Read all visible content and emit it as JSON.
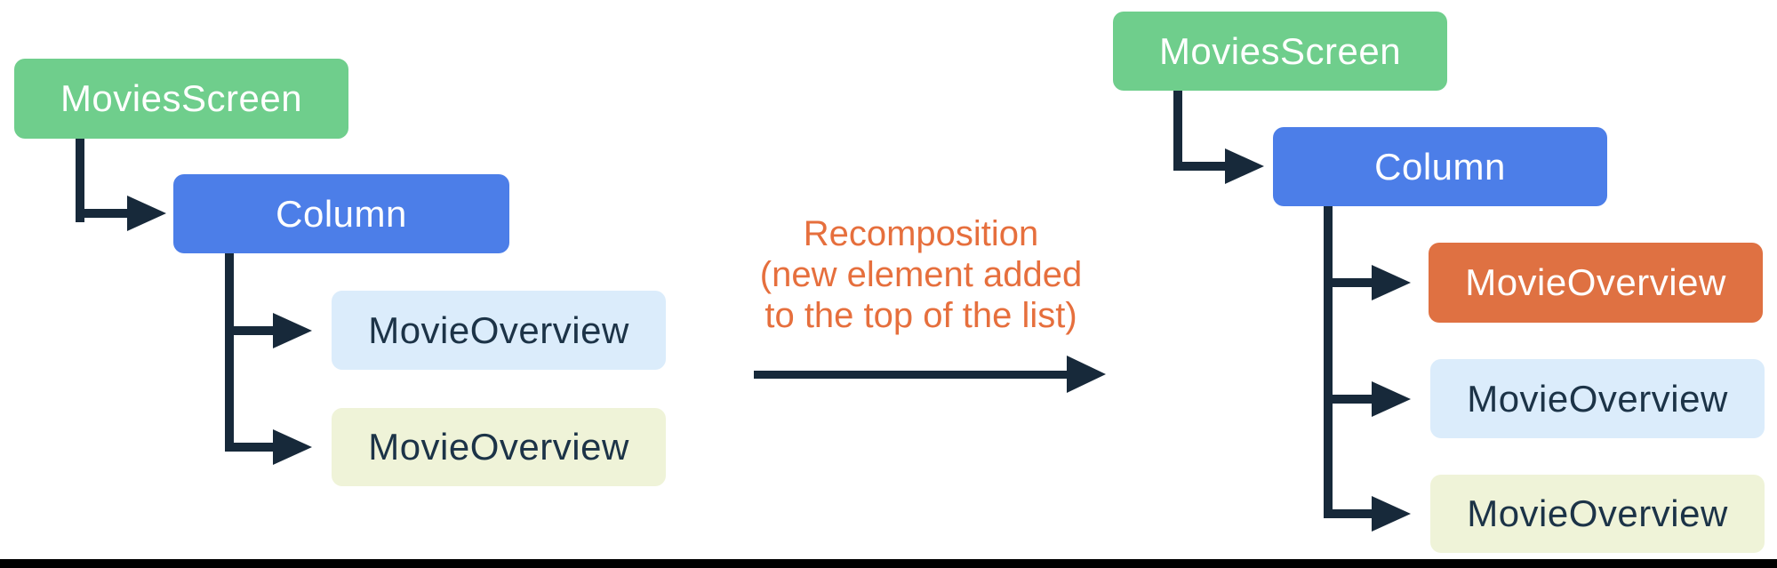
{
  "left_tree": {
    "root": {
      "label": "MoviesScreen"
    },
    "column": {
      "label": "Column"
    },
    "children": [
      {
        "label": "MovieOverview",
        "style": "light-blue"
      },
      {
        "label": "MovieOverview",
        "style": "pale-yellow"
      }
    ]
  },
  "annotation": {
    "line1": "Recomposition",
    "line2": "(new element added",
    "line3": "to the top of the list)"
  },
  "right_tree": {
    "root": {
      "label": "MoviesScreen"
    },
    "column": {
      "label": "Column"
    },
    "children": [
      {
        "label": "MovieOverview",
        "style": "orange"
      },
      {
        "label": "MovieOverview",
        "style": "light-blue"
      },
      {
        "label": "MovieOverview",
        "style": "pale-yellow"
      }
    ]
  },
  "colors": {
    "root_green": "#6FCE8C",
    "column_blue": "#4C7EE8",
    "item_orange": "#DF7142",
    "item_light_blue": "#DBECFB",
    "item_pale_yellow": "#EFF3D8",
    "annotation_orange": "#E66F3D",
    "connector_navy": "#17293A",
    "text_on_dark": "#FFFFFF",
    "text_on_light": "#1C3347",
    "bottom_bar": "#000000"
  }
}
